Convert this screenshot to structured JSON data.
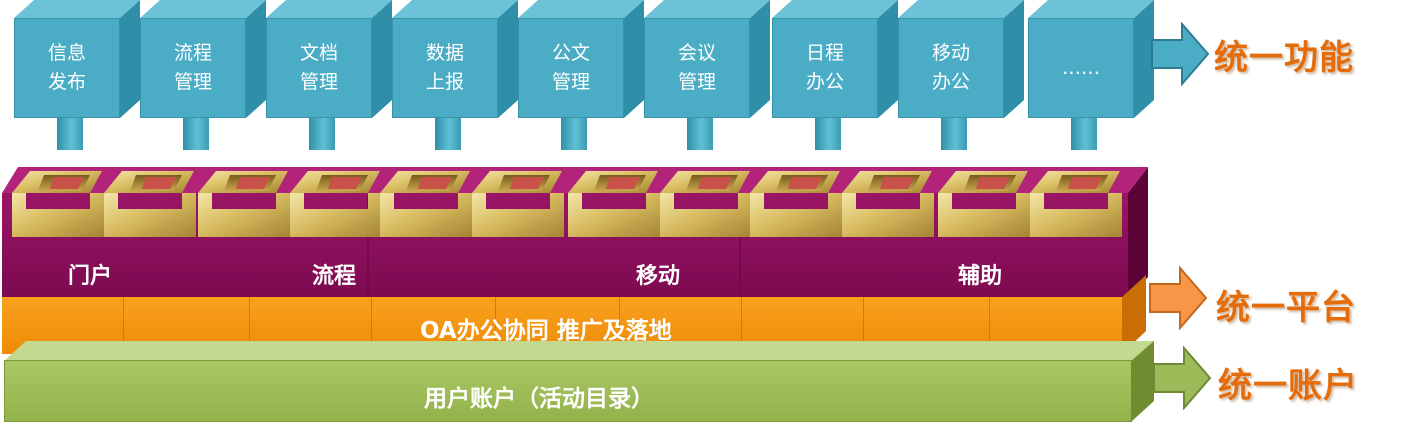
{
  "modules": [
    {
      "line1": "信息",
      "line2": "发布"
    },
    {
      "line1": "流程",
      "line2": "管理"
    },
    {
      "line1": "文档",
      "line2": "管理"
    },
    {
      "line1": "数据",
      "line2": "上报"
    },
    {
      "line1": "公文",
      "line2": "管理"
    },
    {
      "line1": "会议",
      "line2": "管理"
    },
    {
      "line1": "日程",
      "line2": "办公"
    },
    {
      "line1": "移动",
      "line2": "办公"
    },
    {
      "line1": "……",
      "line2": ""
    }
  ],
  "platform": {
    "labels": [
      "门户",
      "流程",
      "移动",
      "辅助"
    ]
  },
  "orange_band": {
    "text": "OA办公协同  推广及落地"
  },
  "green_band": {
    "text": "用户账户（活动目录）"
  },
  "titles": {
    "functions": "统一功能",
    "platform": "统一平台",
    "account": "统一账户"
  },
  "colors": {
    "module": "#4bacc6",
    "platform": "#8e0c5c",
    "orange": "#f39415",
    "green": "#9bbb59",
    "title": "#e46c0a"
  }
}
